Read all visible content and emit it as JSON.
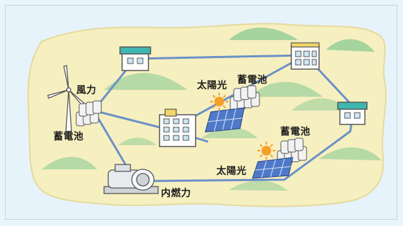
{
  "labels": {
    "wind": "風力",
    "battery_left": "蓄電池",
    "solar_top": "太陽光",
    "battery_top": "蓄電池",
    "battery_right": "蓄電池",
    "solar_bottom": "太陽光",
    "combustion": "内燃力"
  },
  "colors": {
    "island": "#f6efc0",
    "hills": "#9fd19a",
    "line": "#6a90c8",
    "sun": "#f5a02a",
    "panel": "#4f79c8"
  }
}
